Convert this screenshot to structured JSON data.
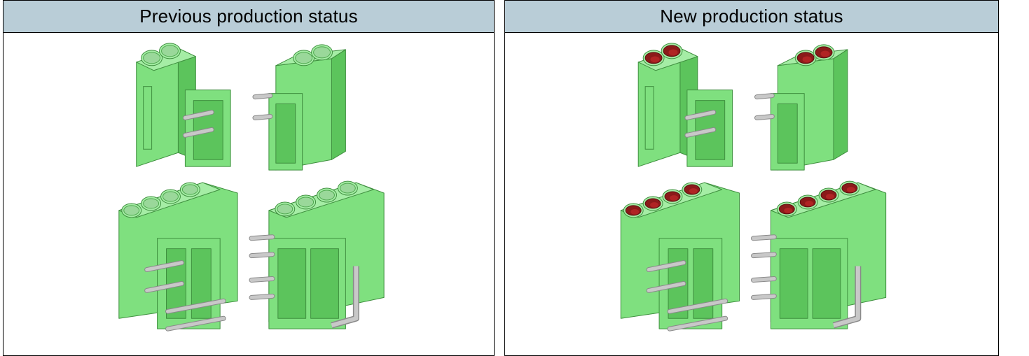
{
  "panels": [
    {
      "title": "Previous production status",
      "variant": "previous",
      "hole_color": "#9ad89a"
    },
    {
      "title": "New production status",
      "variant": "new",
      "hole_color": "#8b1a1a"
    }
  ],
  "colors": {
    "header_bg": "#b9cdd7",
    "housing": "#7fe07f",
    "housing_dark": "#5cc45c",
    "housing_light": "#a5eda5",
    "pin": "#c8c8c8",
    "hole_previous": "#9ad89a",
    "hole_new": "#8b1a1a"
  },
  "figures": [
    {
      "name": "terminal-block-2pos-front",
      "positions": 2
    },
    {
      "name": "terminal-block-2pos-side",
      "positions": 2
    },
    {
      "name": "terminal-block-4pos-front",
      "positions": 4
    },
    {
      "name": "terminal-block-4pos-side",
      "positions": 4
    }
  ]
}
